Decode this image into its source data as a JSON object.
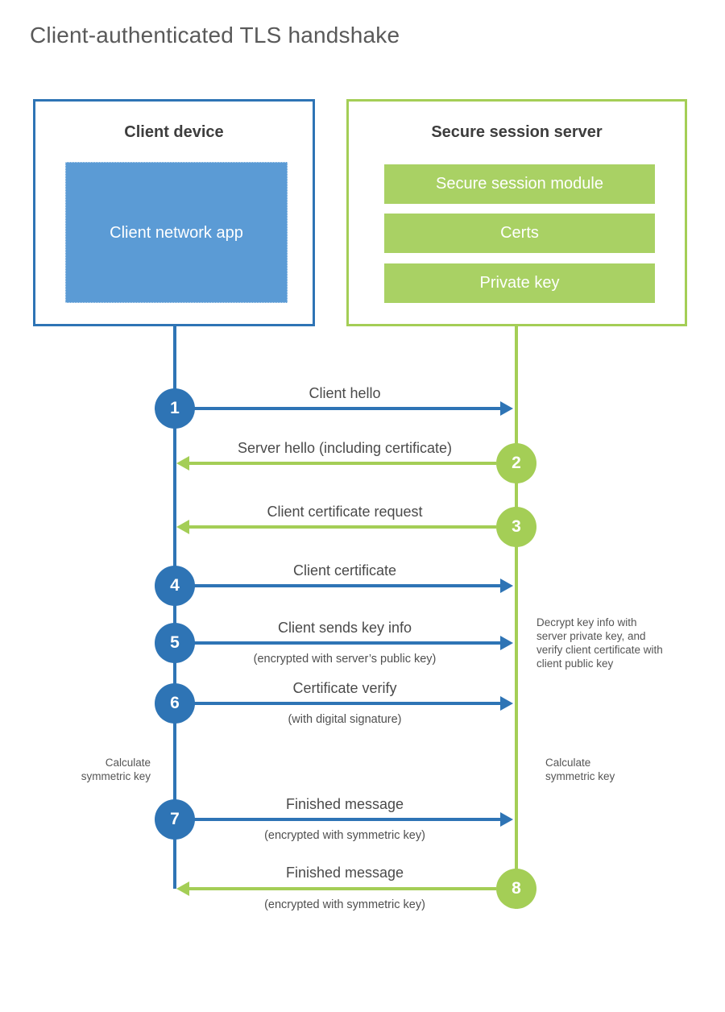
{
  "title": "Client-authenticated TLS handshake",
  "colors": {
    "blue": "#2e74b5",
    "blue_light": "#5b9bd5",
    "green": "#a4ce56",
    "green_bar": "#a9d164",
    "label_text": "#4a4a4a",
    "title_text": "#595959"
  },
  "client": {
    "title": "Client device",
    "app_label": "Client network app"
  },
  "server": {
    "title": "Secure session server",
    "modules": [
      "Secure session module",
      "Certs",
      "Private key"
    ]
  },
  "steps": [
    {
      "num": "1",
      "direction": "client-to-server",
      "color": "blue",
      "label": "Client hello"
    },
    {
      "num": "2",
      "direction": "server-to-client",
      "color": "green",
      "label": "Server hello (including certificate)"
    },
    {
      "num": "3",
      "direction": "server-to-client",
      "color": "green",
      "label": "Client certificate request"
    },
    {
      "num": "4",
      "direction": "client-to-server",
      "color": "blue",
      "label": "Client certificate"
    },
    {
      "num": "5",
      "direction": "client-to-server",
      "color": "blue",
      "label": "Client sends key info",
      "sub": "(encrypted with server’s public key)"
    },
    {
      "num": "6",
      "direction": "client-to-server",
      "color": "blue",
      "label": "Certificate verify",
      "sub": "(with digital signature)"
    },
    {
      "num": "7",
      "direction": "client-to-server",
      "color": "blue",
      "label": "Finished message",
      "sub": "(encrypted with symmetric key)"
    },
    {
      "num": "8",
      "direction": "server-to-client",
      "color": "green",
      "label": "Finished message",
      "sub": "(encrypted with symmetric key)"
    }
  ],
  "notes": {
    "decrypt": "Decrypt key info with server private key, and verify client certificate with client public key",
    "calc_left": "Calculate symmetric key",
    "calc_right": "Calculate symmetric key"
  }
}
